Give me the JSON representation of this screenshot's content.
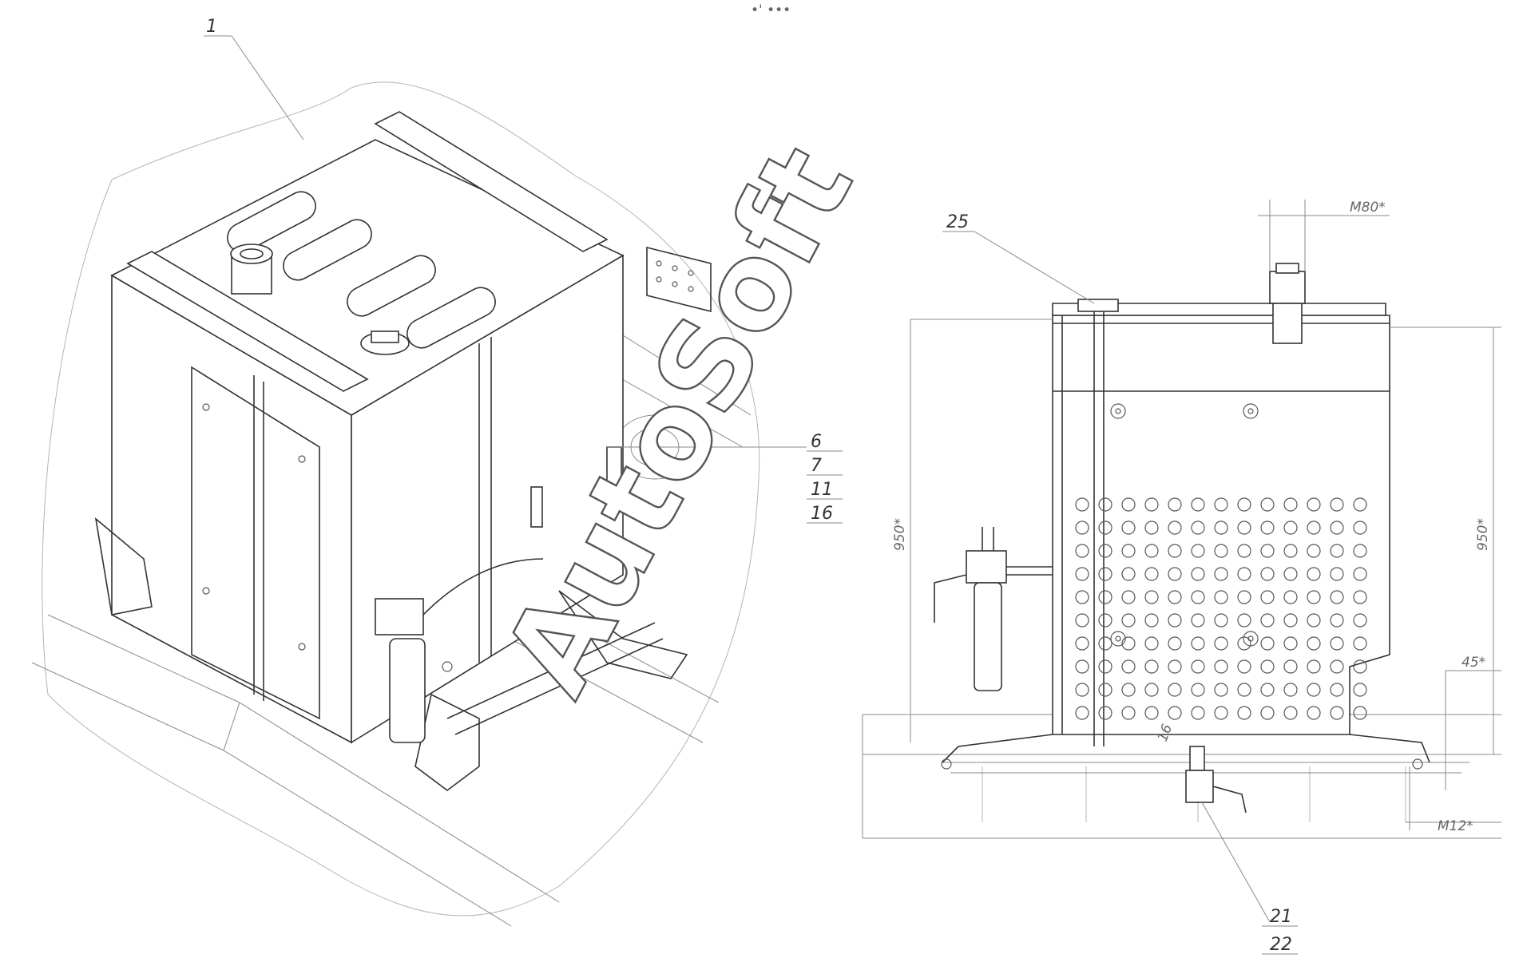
{
  "header_mark": "•' •••",
  "watermark": "AutoSoft",
  "left_view": {
    "callouts": [
      "1",
      "6",
      "7",
      "11",
      "16"
    ]
  },
  "right_view": {
    "callouts": [
      "25",
      "21",
      "22"
    ],
    "dimensions": {
      "top_thread": "M80*",
      "left_height": "950*",
      "right_height": "950*",
      "offset": "45*",
      "bottom_thread": "M12*",
      "small": "16"
    }
  }
}
